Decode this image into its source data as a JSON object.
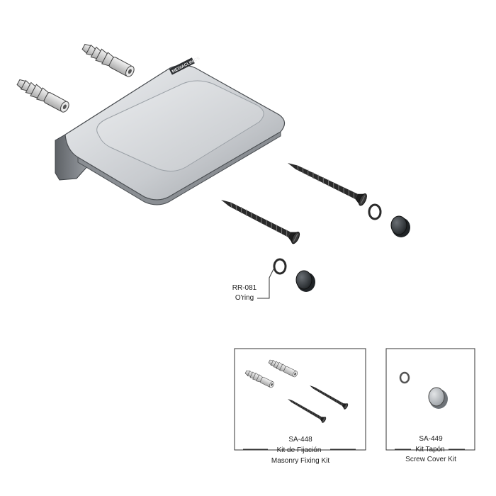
{
  "product": {
    "brand_mark": "MEDIACLINICS"
  },
  "callout_oring": {
    "code": "RR-081",
    "name": "O'ring"
  },
  "kits": [
    {
      "code": "SA-448",
      "name_es": "Kit de Fijación",
      "name_en": "Masonry Fixing Kit"
    },
    {
      "code": "SA-449",
      "name_es": "Kit Tapón",
      "name_en": "Screw Cover Kit"
    }
  ],
  "colors": {
    "metal": "#c9ccd0",
    "metal_dark": "#7d8186",
    "screw": "#1f1f1f",
    "plug": "#d8d8d8",
    "cap": "#2f3336",
    "box_stroke": "#333333"
  }
}
